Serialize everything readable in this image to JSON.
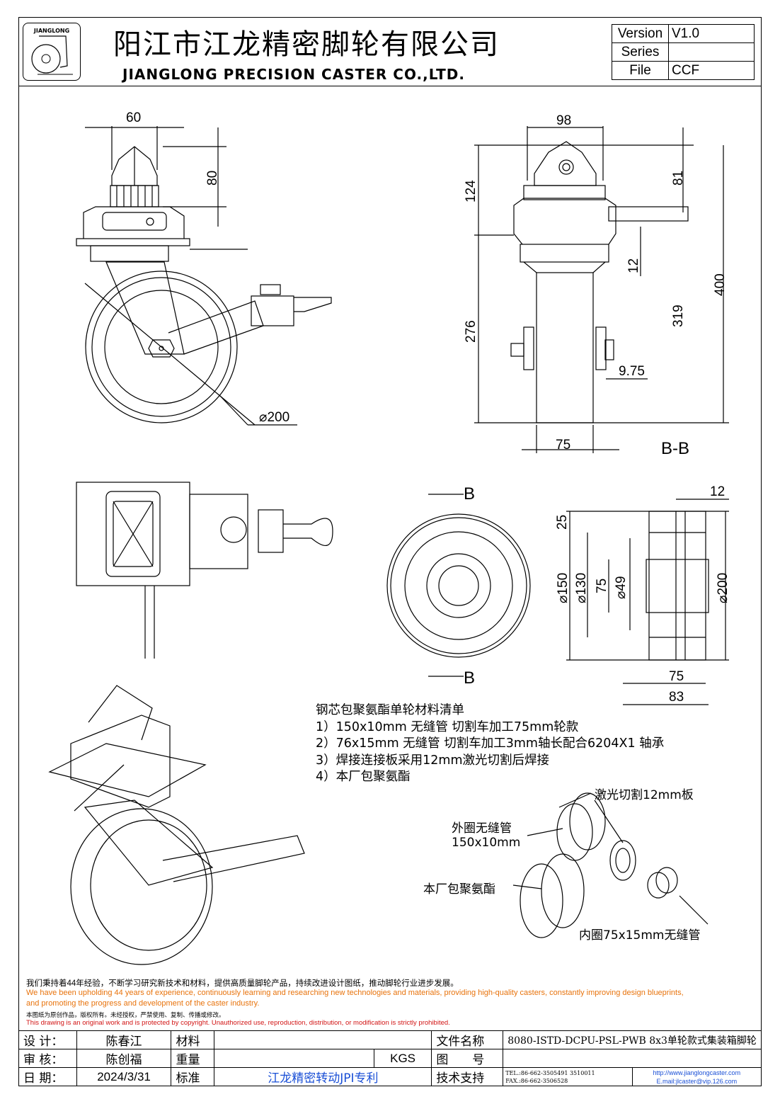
{
  "header": {
    "logo_text": "JIANGLONG",
    "company_cn": "阳江市江龙精密脚轮有限公司",
    "company_en": "JIANGLONG PRECISION CASTER CO.,LTD.",
    "version_label": "Version",
    "version_value": "V1.0",
    "series_label": "Series",
    "series_value": "",
    "file_label": "File",
    "file_value": "CCF"
  },
  "dimensions": {
    "side_width_top": "60",
    "side_height_top": "80",
    "wheel_dia": "⌀200",
    "front_width_top": "98",
    "front_h_124": "124",
    "front_h_81": "81",
    "front_h_12": "12",
    "front_h_276": "276",
    "front_h_319": "319",
    "front_h_400": "400",
    "front_975": "9.75",
    "front_75": "75",
    "section_bb": "B-B",
    "wheel_12": "12",
    "wheel_25": "25",
    "wheel_150": "⌀150",
    "wheel_130": "⌀130",
    "wheel_75_v": "75",
    "wheel_49": "⌀49",
    "wheel_200": "⌀200",
    "wheel_75_h": "75",
    "wheel_83": "83",
    "b_top": "B",
    "b_bottom": "B"
  },
  "materials": {
    "title": "钢芯包聚氨酯单轮材料清单",
    "items": [
      "1）150x10mm 无缝管 切割车加工75mm轮款",
      "2）76x15mm 无缝管 切割车加工3mm轴长配合6204X1 轴承",
      "3）焊接连接板采用12mm激光切割后焊接",
      "4）本厂包聚氨酯"
    ]
  },
  "exploded": {
    "laser_plate": "激光切割12mm板",
    "outer_tube": "外圈无缝管",
    "outer_tube_size": "150x10mm",
    "pu": "本厂包聚氨酯",
    "inner_tube": "内圈75x15mm无缝管"
  },
  "statement": {
    "cn": "我们秉持着44年经验，不断学习研究新技术和材料，提供高质量脚轮产品，持续改进设计图纸，推动脚轮行业进步发展。",
    "en1": "We have been upholding 44 years of experience, continuously learning and researching new technologies and materials, providing high-quality casters, constantly improving design blueprints,",
    "en2": "and promoting the progress and development of the caster industry.",
    "cn2": "本图纸为原创作品，版权所有。未经授权，严禁使用、复制、传播或修改。",
    "en3": "This drawing is an original work and is protected by copyright. Unauthorized use, reproduction, distribution, or modification is strictly prohibited."
  },
  "title_block": {
    "design_label": "设 计：",
    "design_value": "陈春江",
    "material_label": "材料",
    "filename_label": "文件名称",
    "filename_value": "8080-ISTD-DCPU-PSL-PWB 8x3单轮款式集装箱脚轮",
    "review_label": "审 核：",
    "review_value": "陈创福",
    "weight_label": "重量",
    "weight_unit": "KGS",
    "drawing_no_label": "图　　号",
    "date_label": "日 期：",
    "date_value": "2024/3/31",
    "standard_label": "标准",
    "standard_value": "江龙精密转动JPI专利",
    "support_label": "技术支持",
    "tel": "TEL.:86-662-3505491 3510011",
    "fax": "FAX.:86-662-3506528",
    "web": "http://www.jianglongcaster.com",
    "email": "E.mail:jlcaster@vip.126.com"
  },
  "colors": {
    "orange_text": "#e8730c",
    "blue_text": "#1a4fd6",
    "red_text": "#d21414"
  }
}
